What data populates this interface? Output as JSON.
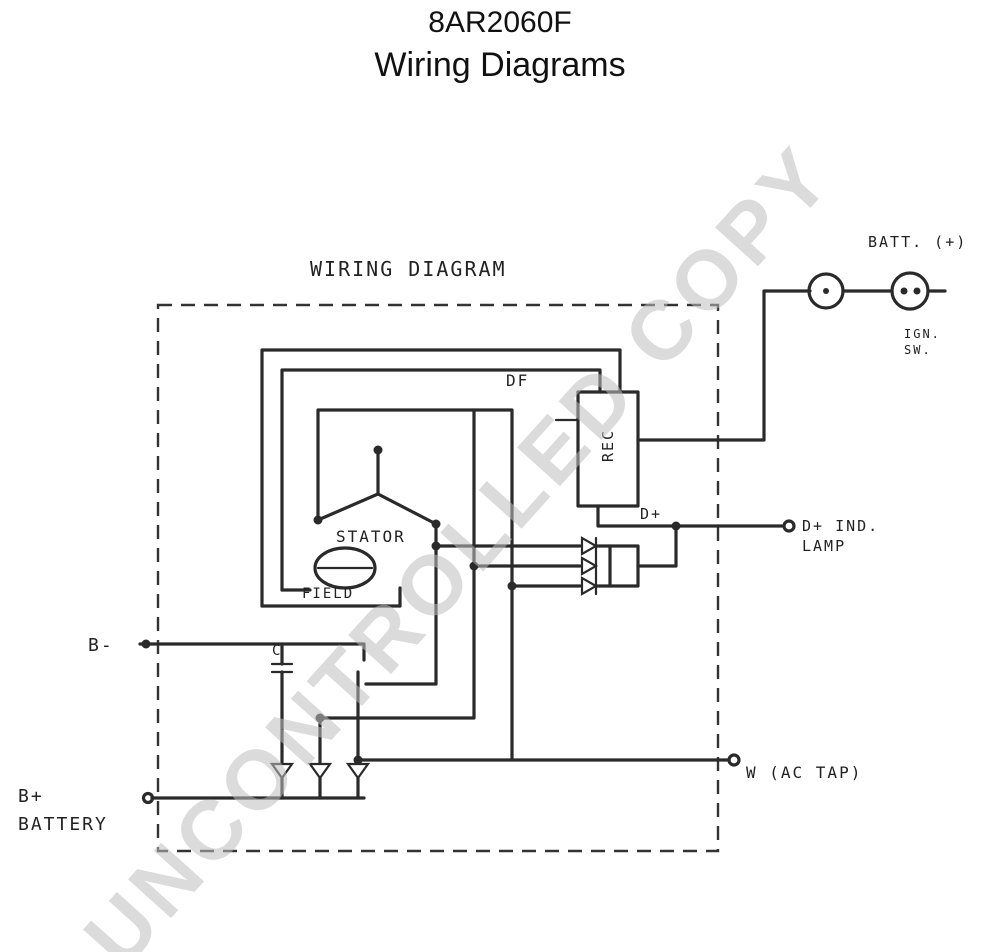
{
  "title": {
    "line1": "8AR2060F",
    "line2": "Wiring Diagrams"
  },
  "diagram": {
    "heading": "WIRING DIAGRAM",
    "labels": {
      "batt_plus": "BATT. (+)",
      "ign_sw_1": "IGN.",
      "ign_sw_2": "SW.",
      "df": "DF",
      "rec": "REC",
      "d_plus": "D+",
      "d_plus_ind_lamp_1": "D+ IND.",
      "d_plus_ind_lamp_2": "LAMP",
      "stator": "STATOR",
      "field": "FIELD",
      "b_minus": "B-",
      "c": "C",
      "b_plus": "B+",
      "battery": "BATTERY",
      "w_ac_tap": "W (AC TAP)"
    }
  },
  "watermark": "UNCONTROLLED COPY"
}
